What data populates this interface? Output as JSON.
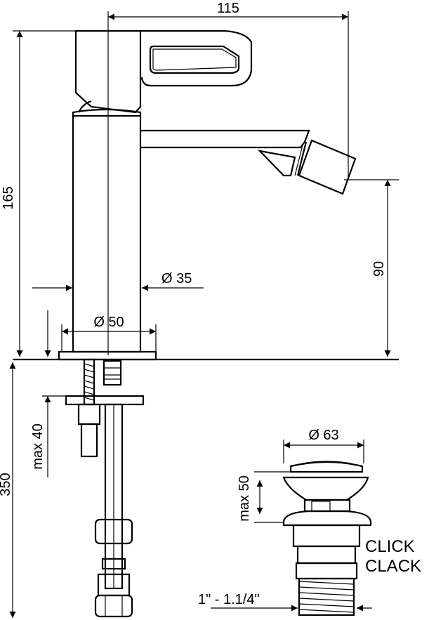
{
  "dimensions": {
    "overall_width": "115",
    "overall_height": "165",
    "spout_height": "90",
    "body_diameter": "Ø 35",
    "base_diameter": "Ø 50",
    "mount_depth": "350",
    "max_thickness": "max 40",
    "drain_diameter": "Ø 63",
    "drain_max": "max 50",
    "drain_thread": "1\" - 1.1/4\""
  },
  "drain": {
    "type_line1": "CLICK",
    "type_line2": "CLACK"
  }
}
